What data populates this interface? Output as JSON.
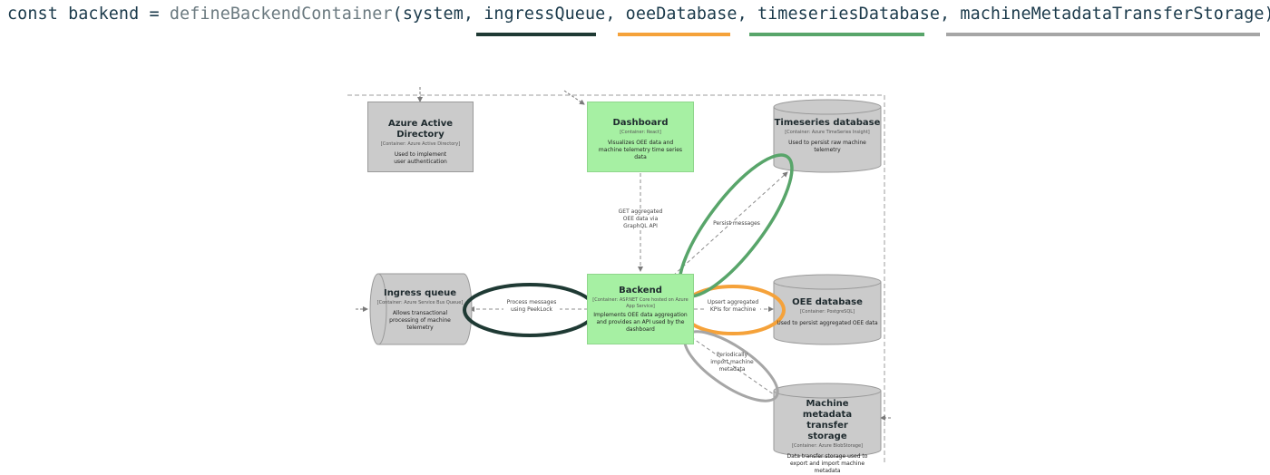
{
  "code": {
    "keyword": "const",
    "variable": "backend",
    "equals": "=",
    "function_name": "defineBackendContainer",
    "open_paren": "(",
    "args": [
      "system",
      "ingressQueue",
      "oeeDatabase",
      "timeseriesDatabase",
      "machineMetadataTransferStorage"
    ],
    "close": ");",
    "underline_colors": {
      "ingressQueue": "#1f3a34",
      "oeeDatabase": "#f5a23a",
      "timeseriesDatabase": "#58a56a",
      "machineMetadataTransferStorage": "#a6a6a6"
    }
  },
  "diagram": {
    "nodes": {
      "aad": {
        "title": "Azure Active Directory",
        "tech": "[Container: Azure Active Directory]",
        "desc": "Used to implement user authentication"
      },
      "dashboard": {
        "title": "Dashboard",
        "tech": "[Container: React]",
        "desc": "Visualizes OEE data and machine telemetry time series data"
      },
      "timeseries": {
        "title": "Timeseries database",
        "tech": "[Container: Azure TimeSeries Insight]",
        "desc": "Used to persist raw machine telemetry"
      },
      "ingress": {
        "title": "Ingress queue",
        "tech": "[Container: Azure Service Bus Queue]",
        "desc": "Allows transactional processing of machine telemetry"
      },
      "backend": {
        "title": "Backend",
        "tech": "[Container: ASP.NET Core hosted on Azure App Service]",
        "desc": "Implements OEE data aggregation and provides an API used by the dashboard"
      },
      "oee": {
        "title": "OEE database",
        "tech": "[Container: PostgreSQL]",
        "desc": "Used to persist aggregated OEE data"
      },
      "metadata": {
        "title": "Machine metadata transfer storage",
        "tech": "[Container: Azure BlobStorage]",
        "desc": "Data transfer storage used to export and import machine metadata"
      }
    },
    "relations": {
      "get_aggregated": "GET aggregated OEE data via GraphQL API",
      "persist_messages": "Persist messages",
      "process_messages": "Process messages using PeekLock",
      "upsert_kpis": "Upsert aggregated KPIs for machine",
      "import_metadata": "Periodically import machine metadata"
    },
    "colors": {
      "container_grey": "#cbcbcb",
      "container_green": "#a6f0a3",
      "edge": "#8c8c8c"
    }
  }
}
